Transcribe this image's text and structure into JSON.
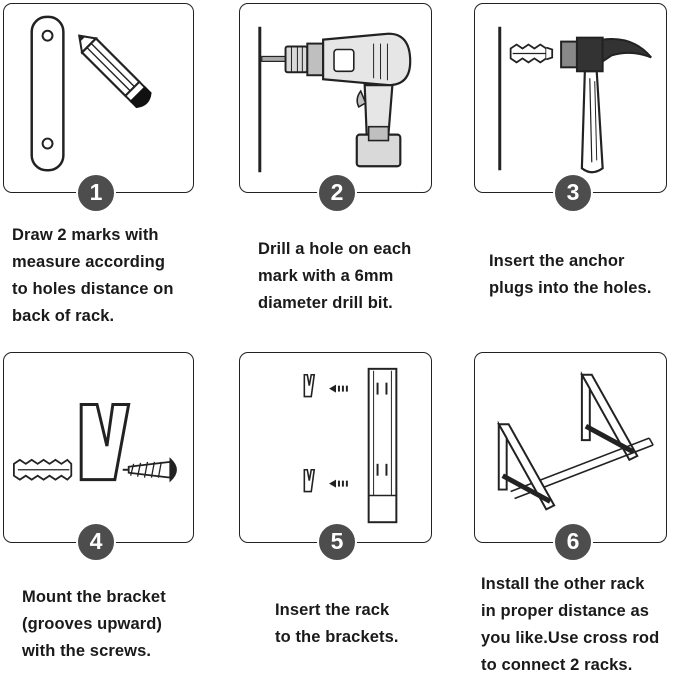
{
  "steps": [
    {
      "number": "1",
      "icon": "pencil-mark-icon",
      "lines": [
        "Draw 2 marks with",
        "measure according",
        "to holes distance on",
        "back of rack."
      ]
    },
    {
      "number": "2",
      "icon": "drill-icon",
      "lines": [
        "Drill a hole on each",
        "mark with a 6mm",
        "diameter drill bit."
      ]
    },
    {
      "number": "3",
      "icon": "hammer-anchor-icon",
      "lines": [
        "Insert the anchor",
        "plugs into the holes."
      ]
    },
    {
      "number": "4",
      "icon": "bracket-screw-icon",
      "lines": [
        "Mount the bracket",
        "(grooves upward)",
        "with the screws."
      ]
    },
    {
      "number": "5",
      "icon": "rack-insert-icon",
      "lines": [
        "Insert the rack",
        "to the brackets."
      ]
    },
    {
      "number": "6",
      "icon": "two-racks-rod-icon",
      "lines": [
        "Install the other rack",
        "in proper distance as",
        "you like.Use cross rod",
        "to connect 2 racks."
      ]
    }
  ],
  "colors": {
    "badge": "#4d4d4d",
    "stroke": "#222222",
    "fill_gray": "#8c8c8c",
    "fill_light": "#d9d9d9"
  }
}
